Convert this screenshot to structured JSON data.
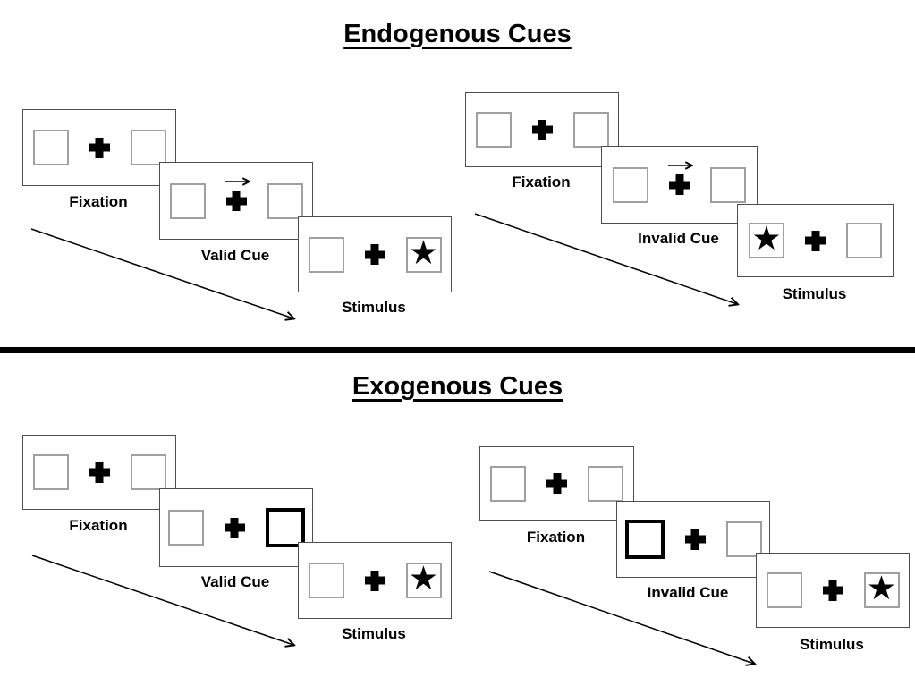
{
  "glyphs": {
    "star": "★"
  },
  "colors": {
    "ink": "#000000",
    "card_border": "#4d4d4d",
    "placeholder_box_border": "#a0a0a0",
    "highlight_box_border": "#000000"
  },
  "sections": [
    {
      "title": "Endogenous Cues",
      "panels": [
        {
          "name": "valid-cue-sequence",
          "cue": "central arrow pointing right above fixation cross",
          "stimulus_side": "right",
          "steps": [
            {
              "label": "Fixation"
            },
            {
              "label": "Valid Cue"
            },
            {
              "label": "Stimulus"
            }
          ]
        },
        {
          "name": "invalid-cue-sequence",
          "cue": "central arrow pointing right above fixation cross",
          "stimulus_side": "left",
          "steps": [
            {
              "label": "Fixation"
            },
            {
              "label": "Invalid Cue"
            },
            {
              "label": "Stimulus"
            }
          ]
        }
      ]
    },
    {
      "title": "Exogenous Cues",
      "panels": [
        {
          "name": "valid-cue-sequence",
          "cue": "right peripheral box highlighted with thick border",
          "stimulus_side": "right",
          "steps": [
            {
              "label": "Fixation"
            },
            {
              "label": "Valid Cue"
            },
            {
              "label": "Stimulus"
            }
          ]
        },
        {
          "name": "invalid-cue-sequence",
          "cue": "left peripheral box highlighted with thick border",
          "stimulus_side": "right",
          "steps": [
            {
              "label": "Fixation"
            },
            {
              "label": "Invalid Cue"
            },
            {
              "label": "Stimulus"
            }
          ]
        }
      ]
    }
  ]
}
